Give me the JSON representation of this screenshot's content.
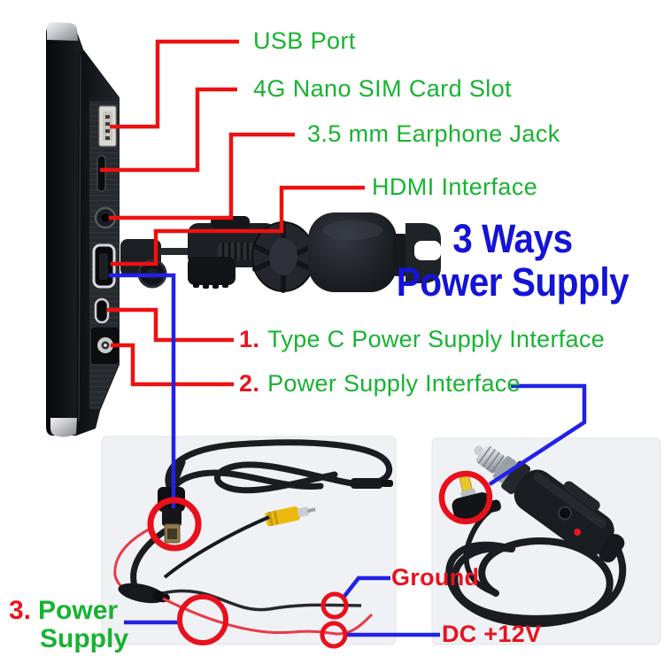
{
  "heading": {
    "line1": "3 Ways",
    "line2": "Power Supply"
  },
  "callouts": {
    "usb": {
      "label": "USB Port"
    },
    "sim": {
      "label": "4G Nano SIM Card Slot"
    },
    "earphone": {
      "label": "3.5 mm Earphone Jack"
    },
    "hdmi": {
      "label": "HDMI Interface"
    }
  },
  "ways": {
    "one": {
      "num": "1.",
      "label": "Type C Power Supply Interface"
    },
    "two": {
      "num": "2.",
      "label": "Power Supply Interface"
    },
    "three": {
      "num": "3.",
      "word1": "Power",
      "word2": "Supply"
    }
  },
  "wires": {
    "ground": "Ground",
    "dc": "DC +12V"
  },
  "colors": {
    "green": "#17b331",
    "red_text": "#e8141e",
    "blue_heading": "#1414d6",
    "line_red": "#ee1111",
    "line_blue": "#2121e8",
    "circle_red": "#e8101b"
  }
}
